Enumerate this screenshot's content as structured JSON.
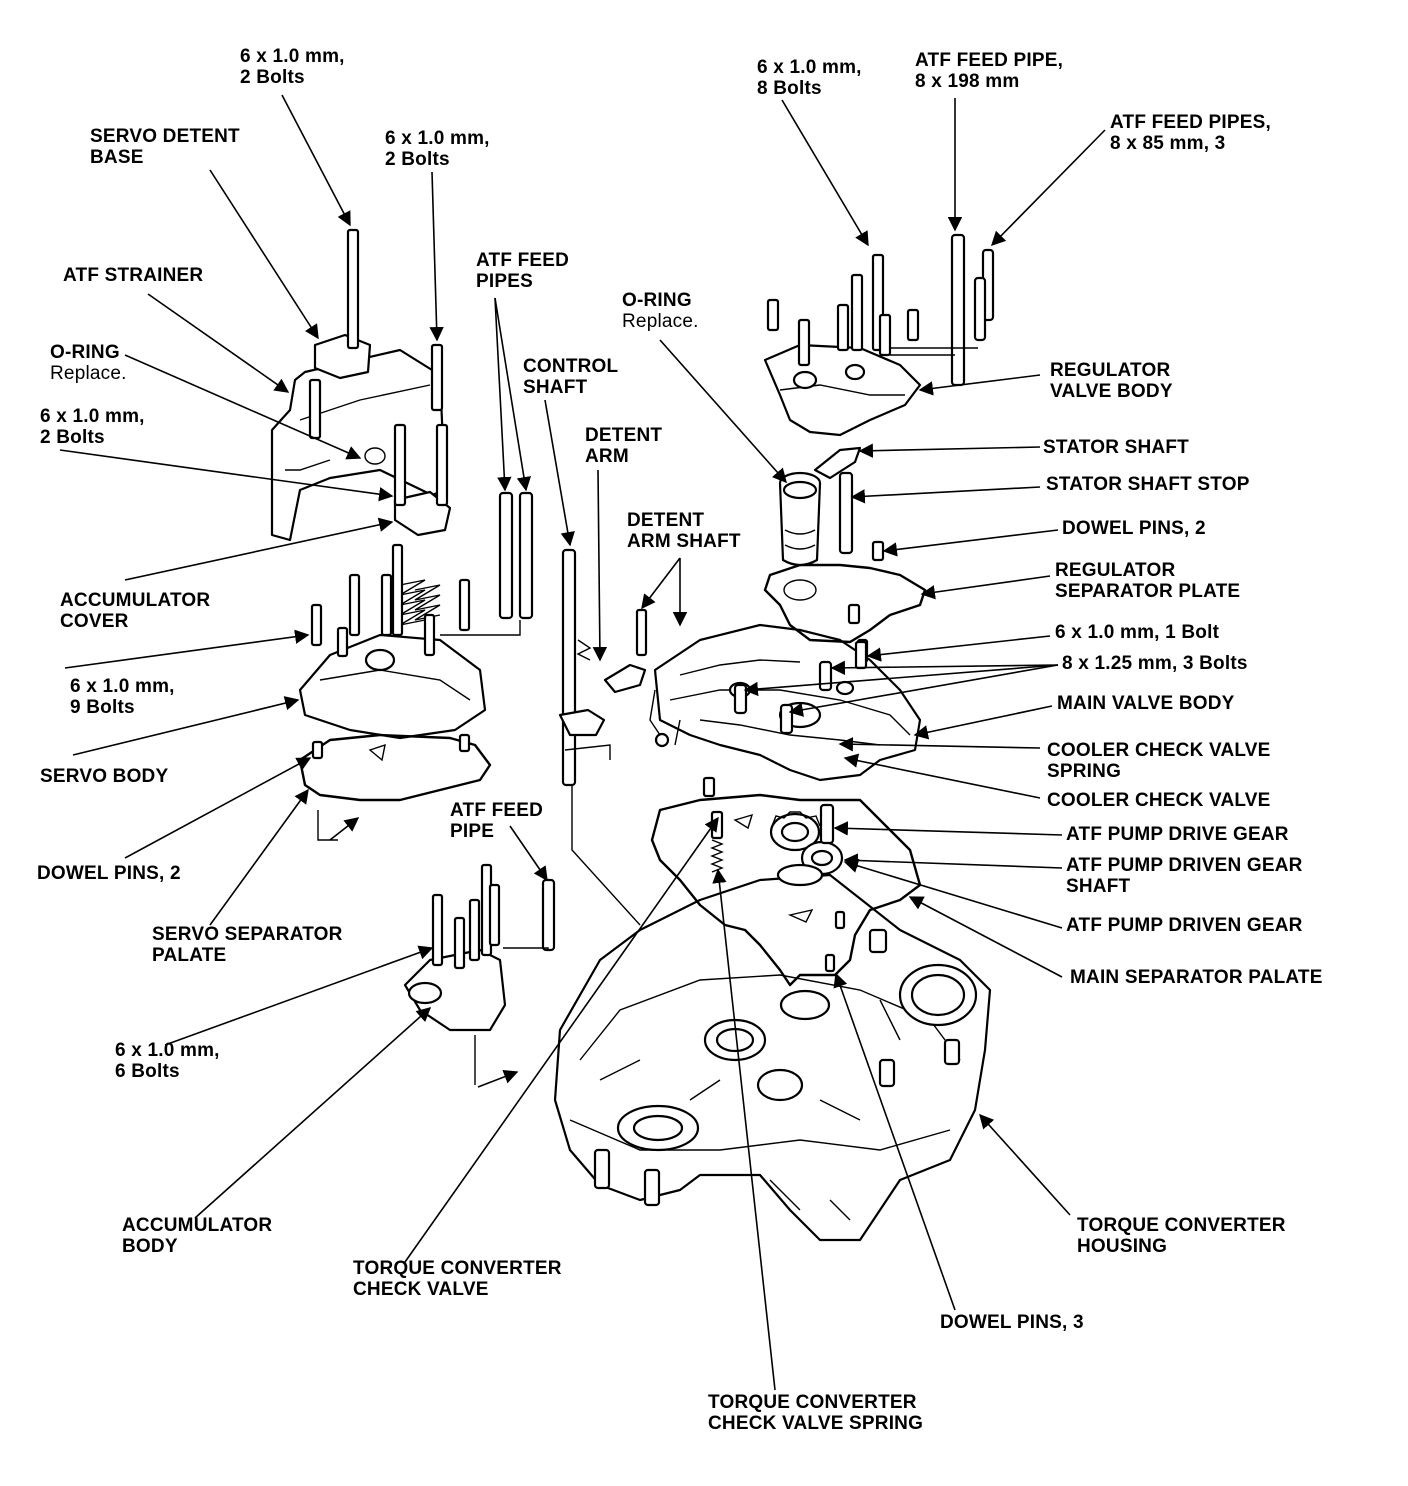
{
  "labels": {
    "bolts_2_top": {
      "l1": "6 x 1.0 mm,",
      "l2": "2 Bolts"
    },
    "servo_detent_base": {
      "l1": "SERVO DETENT",
      "l2": "BASE"
    },
    "bolts_2_mid": {
      "l1": "6 x 1.0 mm,",
      "l2": "2 Bolts"
    },
    "atf_strainer": {
      "l1": "ATF STRAINER"
    },
    "oring_left": {
      "l1": "O-RING",
      "l2": "Replace."
    },
    "bolts_2_left": {
      "l1": "6 x 1.0 mm,",
      "l2": "2 Bolts"
    },
    "accumulator_cover": {
      "l1": "ACCUMULATOR",
      "l2": "COVER"
    },
    "bolts_9": {
      "l1": "6 x 1.0 mm,",
      "l2": "9 Bolts"
    },
    "servo_body": {
      "l1": "SERVO BODY"
    },
    "dowel_pins_2_left": {
      "l1": "DOWEL PINS, 2"
    },
    "servo_separator": {
      "l1": "SERVO SEPARATOR",
      "l2": "PALATE"
    },
    "atf_feed_pipes_mid": {
      "l1": "ATF FEED",
      "l2": "PIPES"
    },
    "control_shaft": {
      "l1": "CONTROL",
      "l2": "SHAFT"
    },
    "detent_arm": {
      "l1": "DETENT",
      "l2": "ARM"
    },
    "detent_arm_shaft": {
      "l1": "DETENT",
      "l2": "ARM SHAFT"
    },
    "oring_right": {
      "l1": "O-RING",
      "l2": "Replace."
    },
    "bolts_8": {
      "l1": "6 x 1.0 mm,",
      "l2": "8 Bolts"
    },
    "atf_feed_pipe_198": {
      "l1": "ATF FEED PIPE,",
      "l2": "8 x 198 mm"
    },
    "atf_feed_pipes_85": {
      "l1": "ATF FEED PIPES,",
      "l2": "8 x 85 mm, 3"
    },
    "regulator_valve_body": {
      "l1": "REGULATOR",
      "l2": "VALVE BODY"
    },
    "stator_shaft": {
      "l1": "STATOR SHAFT"
    },
    "stator_shaft_stop": {
      "l1": "STATOR SHAFT STOP"
    },
    "dowel_pins_2_right": {
      "l1": "DOWEL PINS, 2"
    },
    "regulator_separator_plate": {
      "l1": "REGULATOR",
      "l2": "SEPARATOR PLATE"
    },
    "bolt_1": {
      "l1": "6 x 1.0 mm, 1 Bolt"
    },
    "bolts_3": {
      "l1": "8 x 1.25 mm, 3 Bolts"
    },
    "main_valve_body": {
      "l1": "MAIN VALVE BODY"
    },
    "cooler_check_valve_spring": {
      "l1": "COOLER CHECK VALVE",
      "l2": "SPRING"
    },
    "cooler_check_valve": {
      "l1": "COOLER CHECK VALVE"
    },
    "atf_pump_drive_gear": {
      "l1": "ATF PUMP DRIVE GEAR"
    },
    "atf_pump_driven_gear_shaft": {
      "l1": "ATF PUMP DRIVEN GEAR",
      "l2": "SHAFT"
    },
    "atf_pump_driven_gear": {
      "l1": "ATF PUMP DRIVEN GEAR"
    },
    "main_separator": {
      "l1": "MAIN SEPARATOR PALATE"
    },
    "atf_feed_pipe_single": {
      "l1": "ATF FEED",
      "l2": "PIPE"
    },
    "bolts_6": {
      "l1": "6 x 1.0 mm,",
      "l2": "6 Bolts"
    },
    "accumulator_body": {
      "l1": "ACCUMULATOR",
      "l2": "BODY"
    },
    "tc_check_valve": {
      "l1": "TORQUE CONVERTER",
      "l2": "CHECK VALVE"
    },
    "tc_housing": {
      "l1": "TORQUE CONVERTER",
      "l2": "HOUSING"
    },
    "dowel_pins_3": {
      "l1": "DOWEL PINS, 3"
    },
    "tc_check_valve_spring": {
      "l1": "TORQUE CONVERTER",
      "l2": "CHECK VALVE SPRING"
    }
  }
}
